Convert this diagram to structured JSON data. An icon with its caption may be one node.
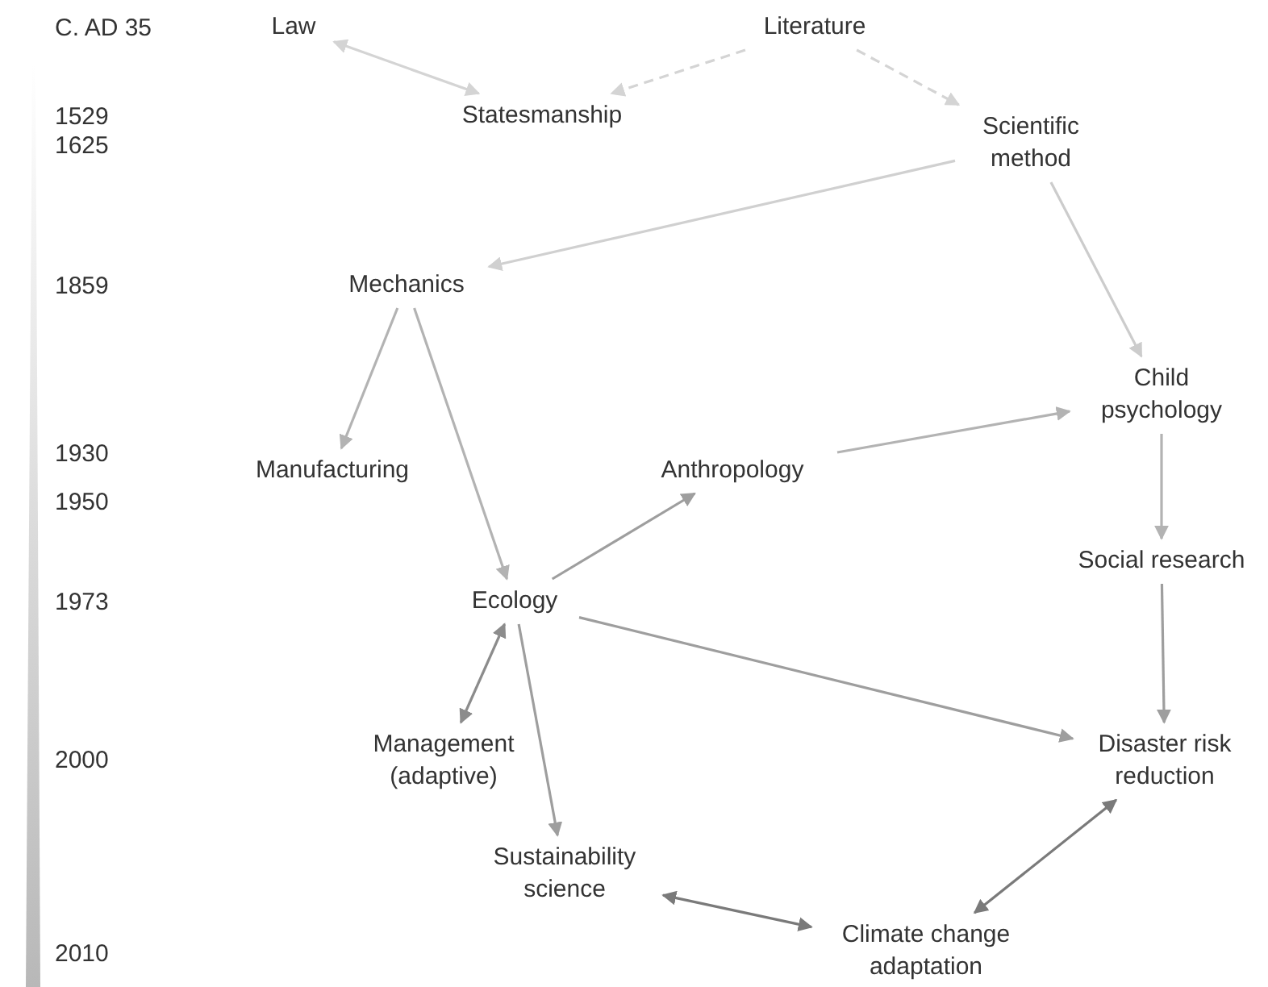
{
  "diagram": {
    "nodes": [
      {
        "text": [
          "Law"
        ]
      },
      {
        "text": [
          "Literature"
        ]
      },
      {
        "text": [
          "Statesmanship"
        ]
      },
      {
        "text": [
          "Scientific method"
        ]
      },
      {
        "text": [
          "Mechanics"
        ]
      },
      {
        "text": [
          "Manufacturing"
        ]
      },
      {
        "text": [
          "Anthropology"
        ]
      },
      {
        "text": [
          "Child psychology"
        ]
      },
      {
        "text": [
          "Ecology"
        ]
      },
      {
        "text": [
          "Social research"
        ]
      },
      {
        "text": [
          "Management (adaptive)"
        ]
      },
      {
        "text": [
          "Disaster risk reduction"
        ]
      },
      {
        "text": [
          "Sustainability science"
        ]
      },
      {
        "text": [
          "Climate change adaptation"
        ]
      }
    ],
    "edges": [
      {
        "from": 0,
        "to": 2,
        "arrow": "both",
        "color": "#d4d4d4"
      },
      {
        "from": 1,
        "to": 2,
        "arrow": "to",
        "style": "dashed",
        "color": "#d4d4d4"
      },
      {
        "from": 1,
        "to": 3,
        "arrow": "to",
        "style": "dashed",
        "color": "#d4d4d4"
      },
      {
        "from": 3,
        "to": 4,
        "arrow": "to",
        "color": "#d0d0d0"
      },
      {
        "from": 3,
        "to": 7,
        "arrow": "to",
        "color": "#cccccc"
      },
      {
        "from": 4,
        "to": 5,
        "arrow": "to"
      },
      {
        "from": 4,
        "to": 8,
        "arrow": "to"
      },
      {
        "from": 6,
        "to": 7,
        "arrow": "to"
      },
      {
        "from": 7,
        "to": 9,
        "arrow": "to"
      },
      {
        "from": 8,
        "to": 6,
        "arrow": "to",
        "color": "#9e9e9e"
      },
      {
        "from": 8,
        "to": 11,
        "arrow": "to",
        "color": "#9e9e9e"
      },
      {
        "from": 9,
        "to": 11,
        "arrow": "to",
        "color": "#9e9e9e"
      },
      {
        "from": 8,
        "to": 10,
        "arrow": "both",
        "color": "#8c8c8c"
      },
      {
        "from": 8,
        "to": 12,
        "arrow": "to",
        "color": "#9e9e9e"
      },
      {
        "from": 11,
        "to": 13,
        "arrow": "both",
        "color": "#7a7a7a"
      },
      {
        "from": 12,
        "to": 13,
        "arrow": "both",
        "color": "#7a7a7a"
      }
    ],
    "labels": [
      "C. AD 35",
      "1529",
      "1625",
      "1859",
      "1930",
      "1950",
      "1973",
      "2000",
      "2010"
    ]
  }
}
